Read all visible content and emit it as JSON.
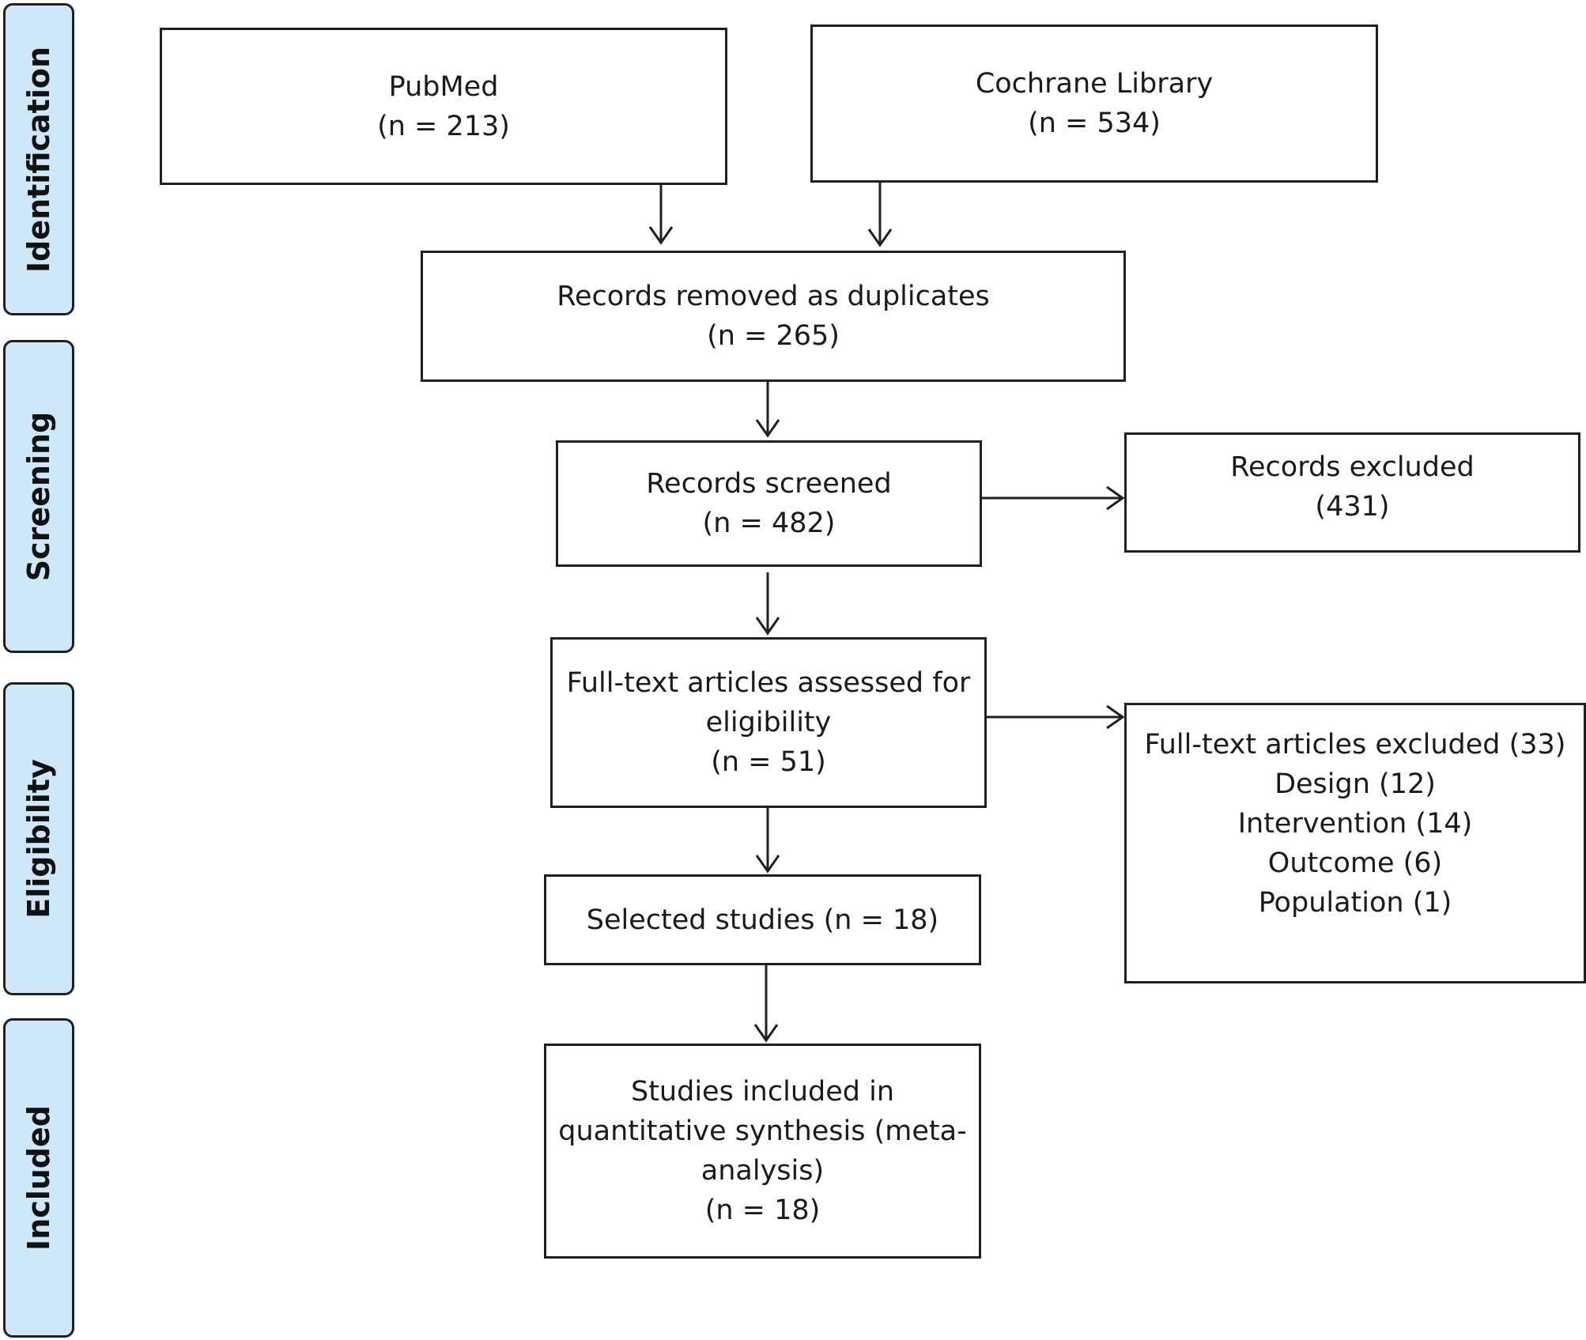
{
  "phases": {
    "identification": "Identification",
    "screening": "Screening",
    "eligibility": "Eligibility",
    "included": "Included"
  },
  "boxes": {
    "pubmed": {
      "lines": [
        "PubMed",
        "(n = 213)"
      ]
    },
    "cochrane": {
      "lines": [
        "Cochrane Library",
        "(n = 534)"
      ]
    },
    "duplicates": {
      "lines": [
        "Records removed as duplicates",
        "(n = 265)"
      ]
    },
    "screened": {
      "lines": [
        "Records screened",
        "(n = 482)"
      ]
    },
    "excluded": {
      "lines": [
        "Records excluded",
        "(431)"
      ]
    },
    "fulltext": {
      "lines": [
        "Full-text articles assessed for",
        "eligibility",
        "(n = 51)"
      ]
    },
    "fulltext_excluded": {
      "lines": [
        "Full-text articles excluded (33)",
        "Design (12)",
        "Intervention (14)",
        "Outcome (6)",
        "Population (1)"
      ]
    },
    "selected": {
      "lines": [
        "Selected studies (n = 18)"
      ]
    },
    "included": {
      "lines": [
        "Studies included in",
        "quantitative synthesis (meta-",
        "analysis)",
        "(n = 18)"
      ]
    }
  },
  "colors": {
    "phase_fill": "#cfe8f9",
    "stroke": "#1f1f1f"
  }
}
